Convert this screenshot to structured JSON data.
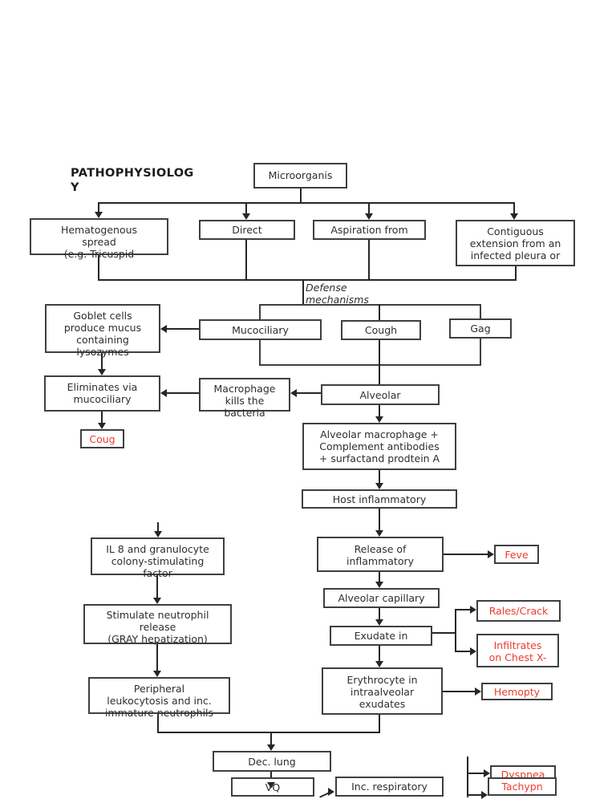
{
  "title": "PATHOPHYSIOLOG\nY",
  "colors": {
    "alert": "#ee3b2d",
    "ink": "#262626",
    "border": "#3f3f3f"
  },
  "nodes": {
    "microorganism": "Microorganis",
    "hematogenous_spread": "Hematogenous\nspread\n(e.g. Tricuspid",
    "direct": "Direct",
    "aspiration": "Aspiration from",
    "contiguous": "Contiguous\nextension from an\ninfected pleura or",
    "defense": "Defense\nmechanisms",
    "goblet": "Goblet cells\nproduce mucus\ncontaining\nlysozymes",
    "mucociliary": "Mucociliary",
    "cough": "Cough",
    "gag": "Gag",
    "eliminates": "Eliminates via\nmucociliary",
    "macrophage_kills": "Macrophage\nkills the\nbacteria",
    "alveolar": "Alveolar",
    "coug": "Coug",
    "alveolar_macrophage": "Alveolar macrophage +\nComplement antibodies\n+ surfactand prodtein A",
    "host_inflammatory": "Host inflammatory",
    "il8": "IL 8 and granulocyte\ncolony-stimulating\nfactor",
    "release_inflammatory": "Release of\ninflammatory",
    "feve": "Feve",
    "alveolar_capillary": "Alveolar capillary",
    "exudate": "Exudate in",
    "rales": "Rales/Crack",
    "infiltrates": "Infiltrates\non Chest X-",
    "stimulate_neutrophil": "Stimulate neutrophil\nrelease\n(GRAY hepatization)",
    "peripheral_leukocytosis": "Peripheral\nleukocytosis and inc.\nimmature neutrophils",
    "erythrocyte": "Erythrocyte in\nintraalveolar\nexudates",
    "hemopty": "Hemopty",
    "dec_lung": "Dec. lung",
    "vq": "VQ",
    "inc_respiratory": "Inc. respiratory",
    "dyspnea": "Dyspnea",
    "tachypn": "Tachypn"
  }
}
